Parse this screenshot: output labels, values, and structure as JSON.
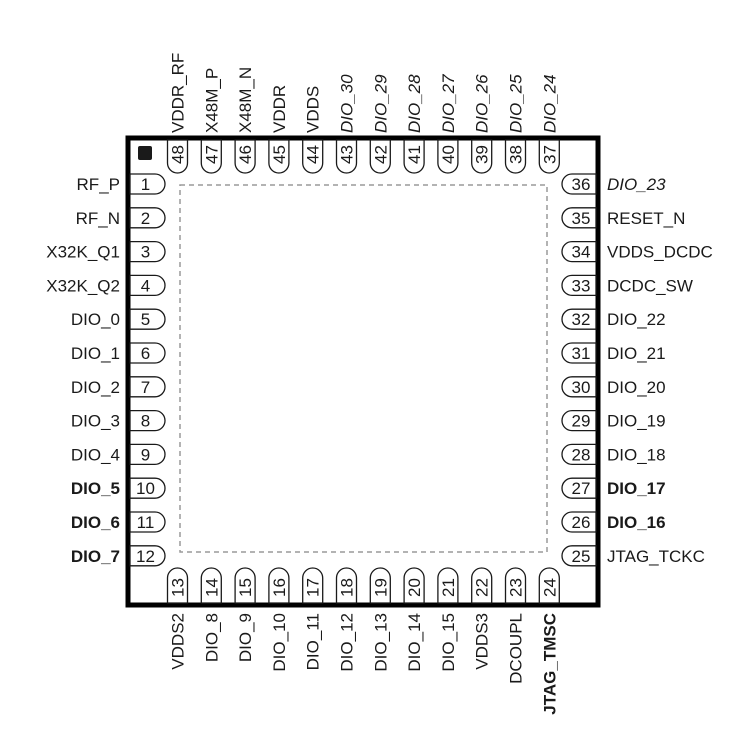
{
  "pins": {
    "left": [
      {
        "num": "1",
        "name": "RF_P",
        "style": "normal"
      },
      {
        "num": "2",
        "name": "RF_N",
        "style": "normal"
      },
      {
        "num": "3",
        "name": "X32K_Q1",
        "style": "normal"
      },
      {
        "num": "4",
        "name": "X32K_Q2",
        "style": "normal"
      },
      {
        "num": "5",
        "name": "DIO_0",
        "style": "normal"
      },
      {
        "num": "6",
        "name": "DIO_1",
        "style": "normal"
      },
      {
        "num": "7",
        "name": "DIO_2",
        "style": "normal"
      },
      {
        "num": "8",
        "name": "DIO_3",
        "style": "normal"
      },
      {
        "num": "9",
        "name": "DIO_4",
        "style": "normal"
      },
      {
        "num": "10",
        "name": "DIO_5",
        "style": "bold"
      },
      {
        "num": "11",
        "name": "DIO_6",
        "style": "bold"
      },
      {
        "num": "12",
        "name": "DIO_7",
        "style": "bold"
      }
    ],
    "bottom": [
      {
        "num": "13",
        "name": "VDDS2",
        "style": "normal"
      },
      {
        "num": "14",
        "name": "DIO_8",
        "style": "normal"
      },
      {
        "num": "15",
        "name": "DIO_9",
        "style": "normal"
      },
      {
        "num": "16",
        "name": "DIO_10",
        "style": "normal"
      },
      {
        "num": "17",
        "name": "DIO_11",
        "style": "normal"
      },
      {
        "num": "18",
        "name": "DIO_12",
        "style": "normal"
      },
      {
        "num": "19",
        "name": "DIO_13",
        "style": "normal"
      },
      {
        "num": "20",
        "name": "DIO_14",
        "style": "normal"
      },
      {
        "num": "21",
        "name": "DIO_15",
        "style": "normal"
      },
      {
        "num": "22",
        "name": "VDDS3",
        "style": "normal"
      },
      {
        "num": "23",
        "name": "DCOUPL",
        "style": "normal"
      },
      {
        "num": "24",
        "name": "JTAG_TMSC",
        "style": "bold"
      }
    ],
    "right": [
      {
        "num": "25",
        "name": "JTAG_TCKC",
        "style": "normal"
      },
      {
        "num": "26",
        "name": "DIO_16",
        "style": "bold"
      },
      {
        "num": "27",
        "name": "DIO_17",
        "style": "bold"
      },
      {
        "num": "28",
        "name": "DIO_18",
        "style": "normal"
      },
      {
        "num": "29",
        "name": "DIO_19",
        "style": "normal"
      },
      {
        "num": "30",
        "name": "DIO_20",
        "style": "normal"
      },
      {
        "num": "31",
        "name": "DIO_21",
        "style": "normal"
      },
      {
        "num": "32",
        "name": "DIO_22",
        "style": "normal"
      },
      {
        "num": "33",
        "name": "DCDC_SW",
        "style": "normal"
      },
      {
        "num": "34",
        "name": "VDDS_DCDC",
        "style": "normal"
      },
      {
        "num": "35",
        "name": "RESET_N",
        "style": "normal"
      },
      {
        "num": "36",
        "name": "DIO_23",
        "style": "italic"
      }
    ],
    "top": [
      {
        "num": "37",
        "name": "DIO_24",
        "style": "italic"
      },
      {
        "num": "38",
        "name": "DIO_25",
        "style": "italic"
      },
      {
        "num": "39",
        "name": "DIO_26",
        "style": "italic"
      },
      {
        "num": "40",
        "name": "DIO_27",
        "style": "italic"
      },
      {
        "num": "41",
        "name": "DIO_28",
        "style": "italic"
      },
      {
        "num": "42",
        "name": "DIO_29",
        "style": "italic"
      },
      {
        "num": "43",
        "name": "DIO_30",
        "style": "italic"
      },
      {
        "num": "44",
        "name": "VDDS",
        "style": "normal"
      },
      {
        "num": "45",
        "name": "VDDR",
        "style": "normal"
      },
      {
        "num": "46",
        "name": "X48M_N",
        "style": "normal"
      },
      {
        "num": "47",
        "name": "X48M_P",
        "style": "normal"
      },
      {
        "num": "48",
        "name": "VDDR_RF",
        "style": "normal"
      }
    ]
  }
}
